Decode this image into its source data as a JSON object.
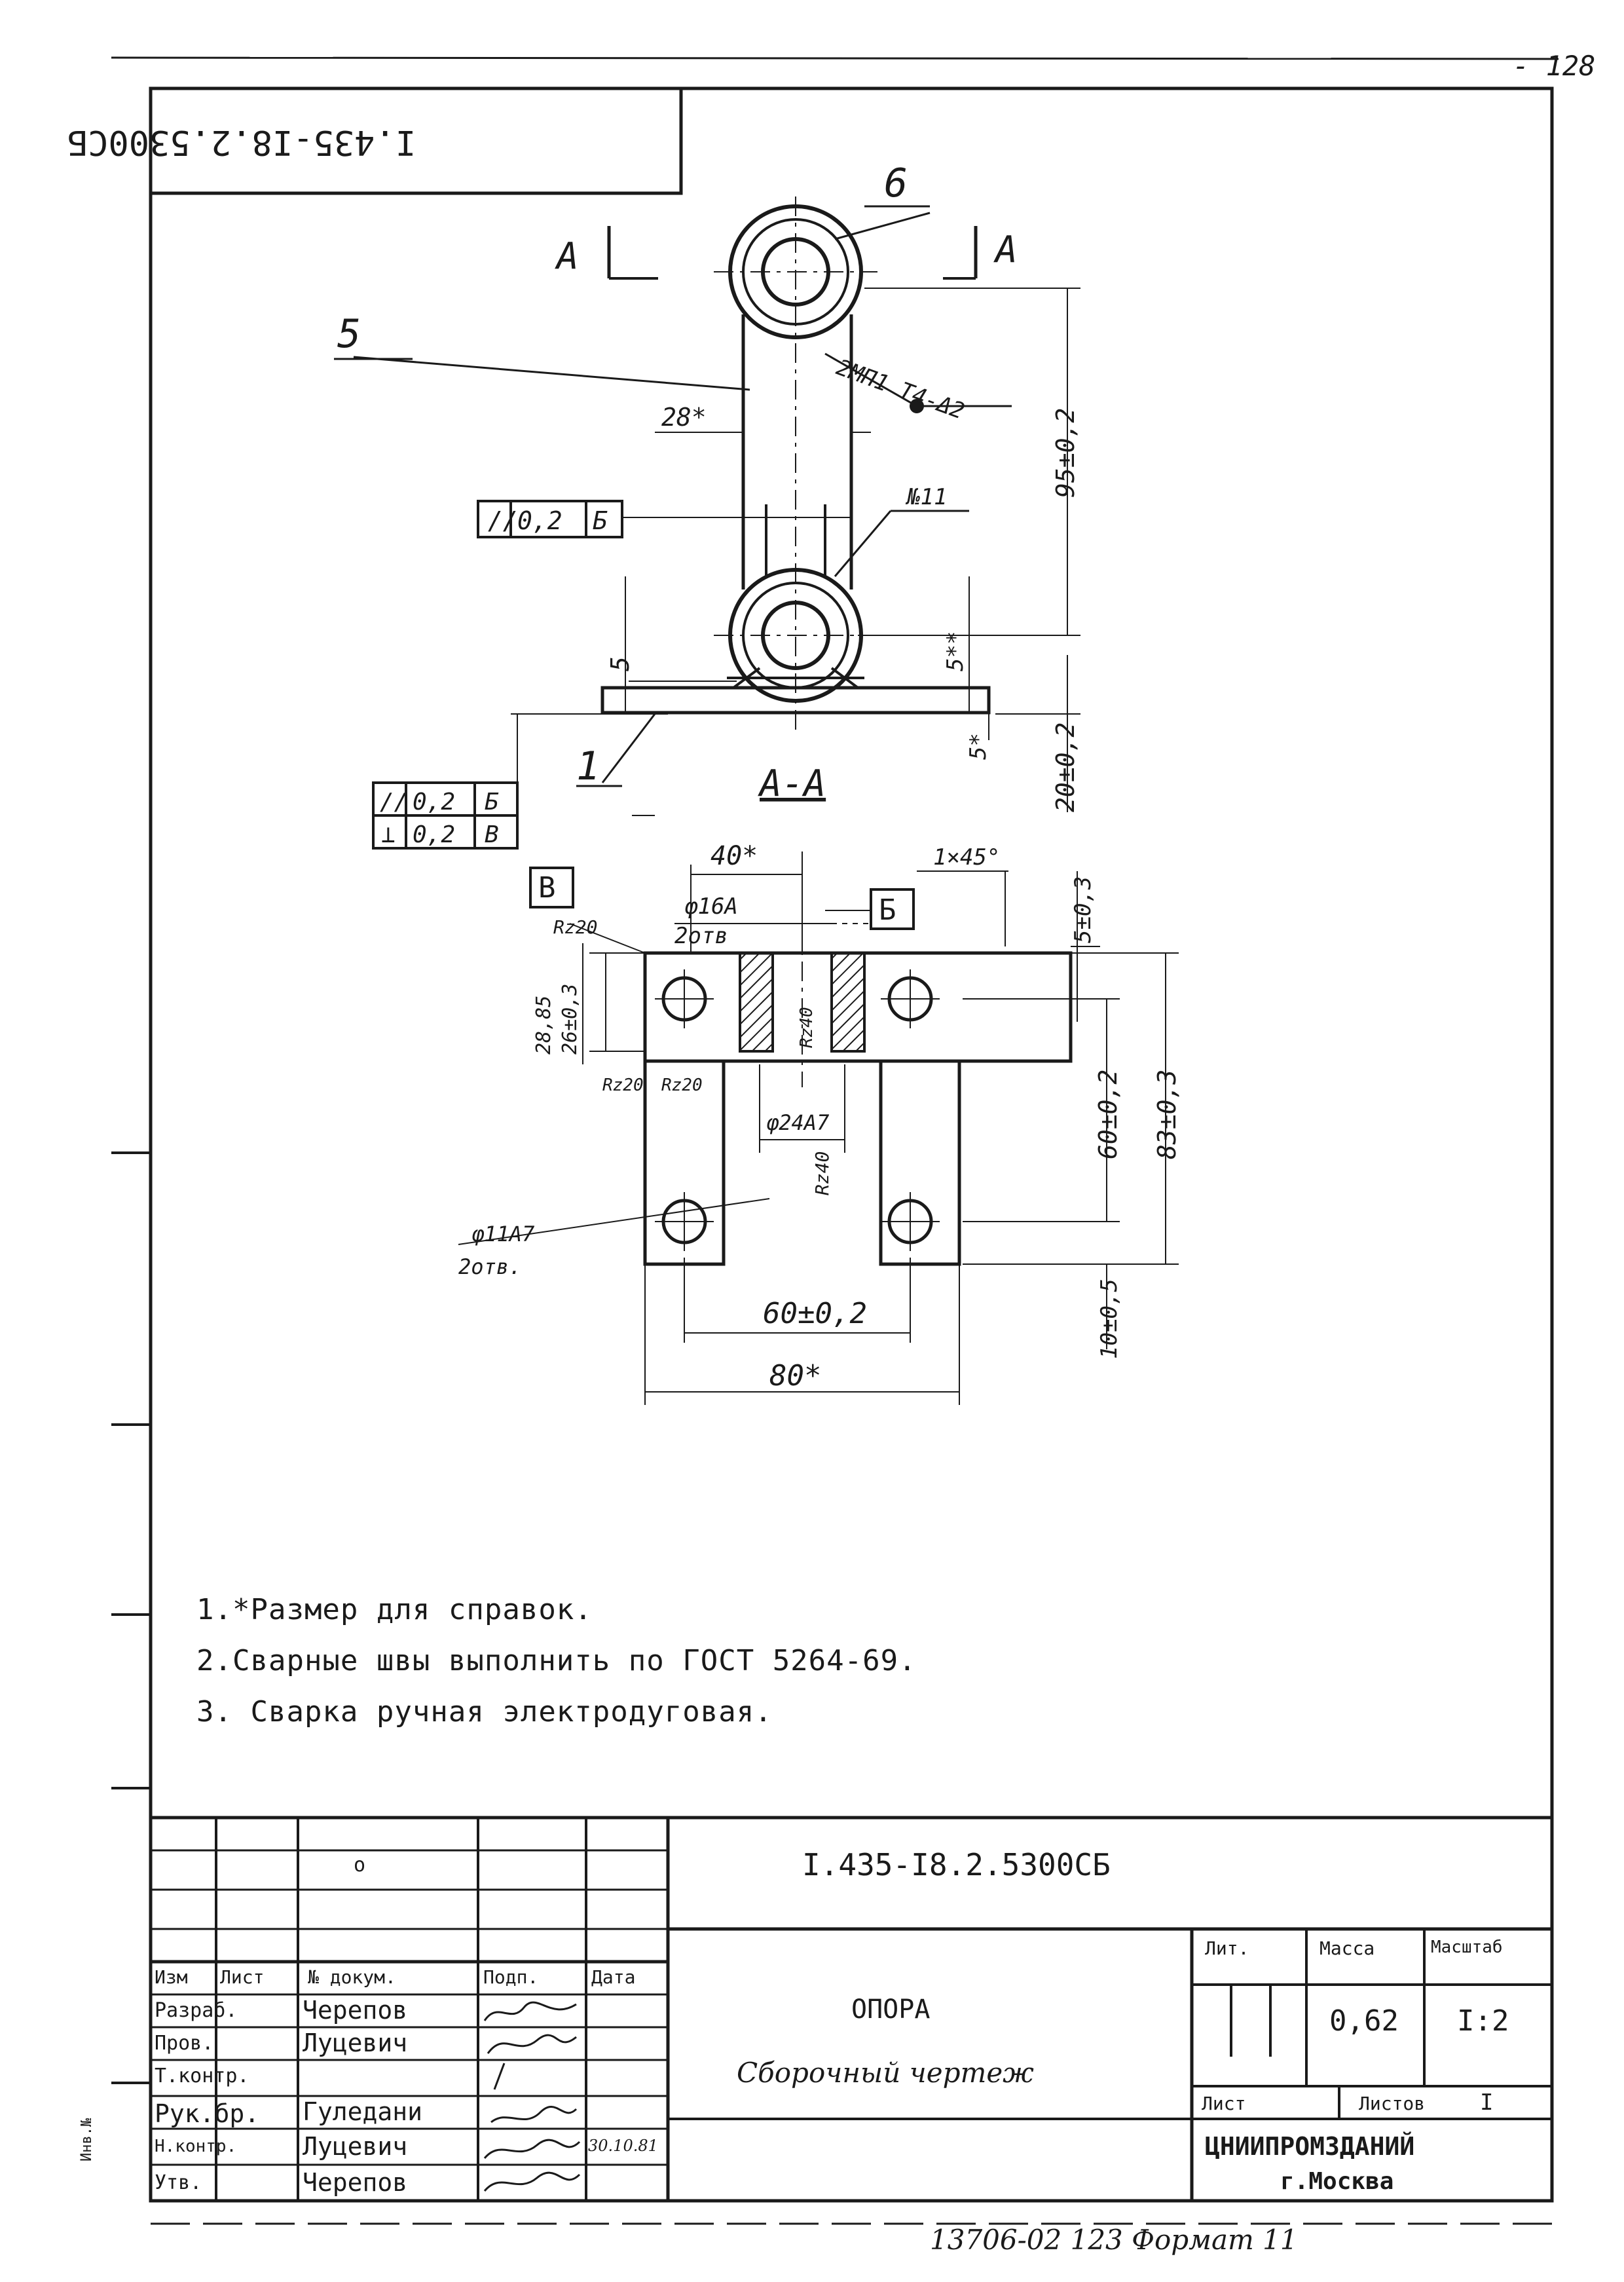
{
  "page_number_handwritten": "- 128",
  "stamp_code_mirrored": "I.435-I8.2.5300CБ",
  "part_callouts": {
    "support_body": "5",
    "bushing": "6",
    "base_plate": "1",
    "weld_symbol_top": "2МП1 Т4-Δ2",
    "weld_symbol_side": "№11"
  },
  "section_marks": {
    "left": "А",
    "right": "А",
    "section_label": "А-А"
  },
  "dimensions": {
    "width_28": "28*",
    "height_95": "95±0,2",
    "offset_5_left": "5",
    "offset_5_right": "5**",
    "base_5": "5*",
    "base_20": "20±0,2",
    "width_40": "40*",
    "hole_16": "φ16А",
    "holes_count_top": "2отв",
    "chamfer": "1×45°",
    "offset_5_03": "5±0,3",
    "rough_20_top": "Rz20",
    "height_28": "28,85",
    "height_26": "26±0,3",
    "rough_20_left": "Rz20",
    "rough_20_mid": "Rz20",
    "rough_40_inner": "Rz40",
    "bore_24": "φ24А7",
    "height_60": "60±0,2",
    "height_83": "83±0,3",
    "hole_11": "φ11А7",
    "holes_count_side": "2отв.",
    "width_60": "60±0,2",
    "width_80": "80*",
    "height_10": "10±0,5",
    "rough_inner_small": "Rz40"
  },
  "datums": {
    "b": "Б",
    "v": "В"
  },
  "tolerance_frames": {
    "parallel_top": [
      "//",
      "0,2",
      "Б"
    ],
    "parallel_side": [
      "//",
      "0,2",
      "Б"
    ],
    "perpendicular_side": [
      "⊥",
      "0,2",
      "В"
    ]
  },
  "notes": [
    "1.*Размер для справок.",
    "2.Сварные швы выполнить по ГОСТ 5264-69.",
    "3. Сварка ручная электродуговая."
  ],
  "title_block": {
    "small_mark": "о",
    "designation": "I.435-I8.2.5300CБ",
    "name": "ОПОРА",
    "doc_type": "Сборочный чертеж",
    "header_izm": "Изм",
    "header_list": "Лист",
    "header_doc": "№ докум.",
    "header_sign": "Подп.",
    "header_date": "Дата",
    "col_lit": "Лит.",
    "col_mass": "Масса",
    "col_scale": "Масштаб",
    "mass_value": "0,62",
    "scale_value": "I:2",
    "sheet_label": "Лист",
    "sheets_label": "Листов",
    "sheets_value": "I",
    "org": "ЦНИИПРОМЗДАНИЙ",
    "city": "г.Москва",
    "roles": [
      {
        "role": "Разраб.",
        "name": "Черепов"
      },
      {
        "role": "Пров.",
        "name": "Луцевич"
      },
      {
        "role": "Т.контр.",
        "name": ""
      },
      {
        "role": "Рук.бр.",
        "name": "Гуледани"
      },
      {
        "role": "Н.контр.",
        "name": "Луцевич"
      },
      {
        "role": "Утв.",
        "name": "Черепов"
      }
    ],
    "date_value": "30.10.81"
  },
  "bottom_handwritten": "13706-02   123 Формат 11",
  "side_margin_text": "Инв.№"
}
